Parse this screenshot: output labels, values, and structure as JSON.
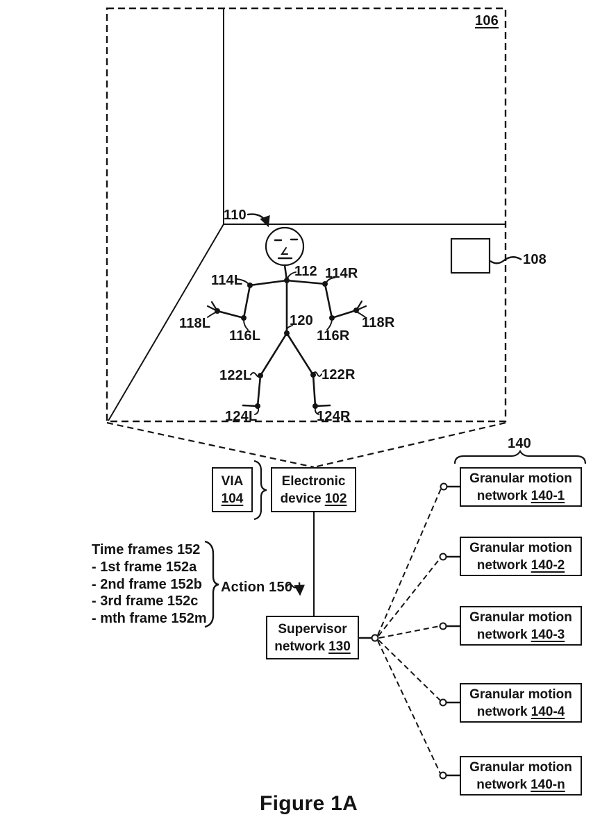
{
  "caption": "Figure 1A",
  "room": {
    "label_106": "106",
    "label_108": "108",
    "label_110": "110"
  },
  "skeleton": {
    "label_112": "112",
    "label_114l": "114L",
    "label_114r": "114R",
    "label_116l": "116L",
    "label_116r": "116R",
    "label_118l": "118L",
    "label_118r": "118R",
    "label_120": "120",
    "label_122l": "122L",
    "label_122r": "122R",
    "label_124l": "124L",
    "label_124r": "124R"
  },
  "via_box": {
    "title": "VIA",
    "num": "104"
  },
  "electronic_box": {
    "line1": "Electronic",
    "line2": "device",
    "num": "102"
  },
  "time_frames": {
    "title": "Time frames 152",
    "items": [
      "- 1st frame 152a",
      "- 2nd frame 152b",
      "- 3rd frame 152c",
      "- mth frame 152m"
    ]
  },
  "action_label": "Action 150",
  "supervisor_box": {
    "line1": "Supervisor",
    "line2": "network",
    "num": "130"
  },
  "granular_group": {
    "label": "140",
    "boxes": [
      {
        "line1": "Granular motion",
        "line2": "network",
        "num": "140-1"
      },
      {
        "line1": "Granular motion",
        "line2": "network",
        "num": "140-2"
      },
      {
        "line1": "Granular motion",
        "line2": "network",
        "num": "140-3"
      },
      {
        "line1": "Granular motion",
        "line2": "network",
        "num": "140-4"
      },
      {
        "line1": "Granular motion",
        "line2": "network",
        "num": "140-n"
      }
    ]
  },
  "colors": {
    "ink": "#141414",
    "background": "#ffffff"
  }
}
